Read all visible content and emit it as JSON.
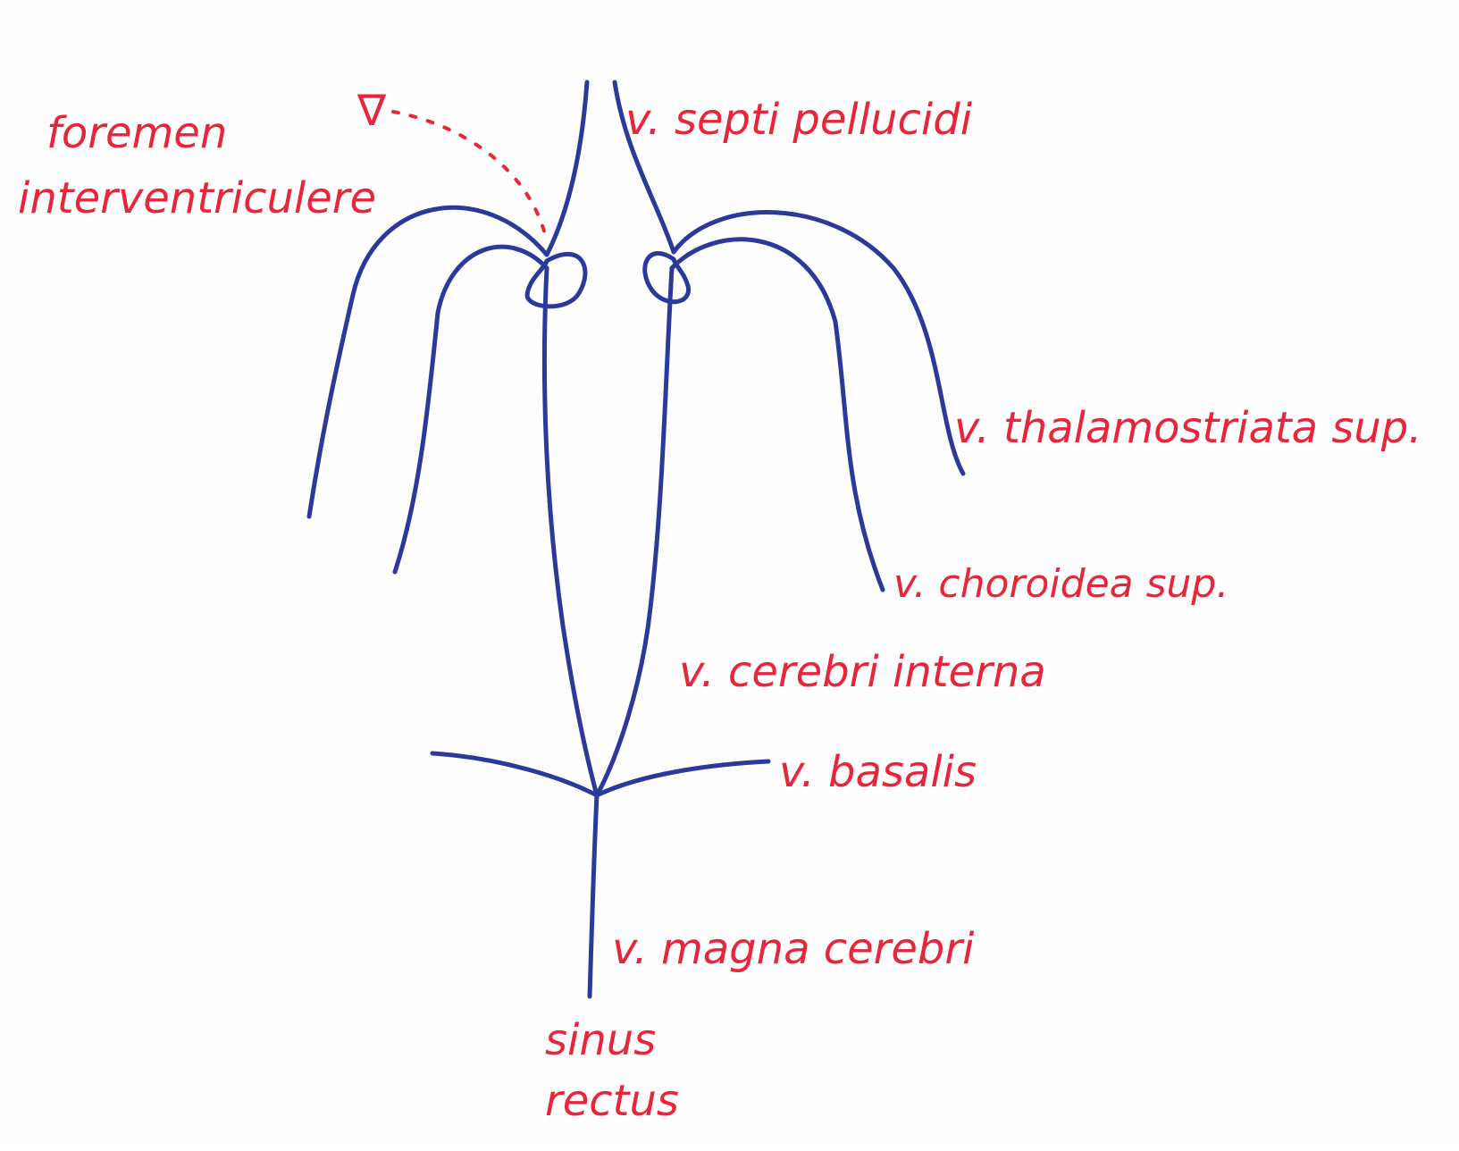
{
  "diagram": {
    "colors": {
      "vein": "#2b3a9a",
      "label": "#e8263b",
      "paper": "#fefefe"
    },
    "labels": {
      "foramen_line1": "foremen",
      "foramen_line2": "interventriculere",
      "foramen_marker": "∇",
      "septi_pellucidi": "v. septi pellucidi",
      "thalamostriata": "v. thalamostriata sup.",
      "choroidea": "v. choroidea sup.",
      "cerebri_interna": "v. cerebri interna",
      "basalis": "v. basalis",
      "magna_cerebri": "v. magna cerebri",
      "sinus_line1": "sinus",
      "sinus_line2": "rectus"
    }
  }
}
